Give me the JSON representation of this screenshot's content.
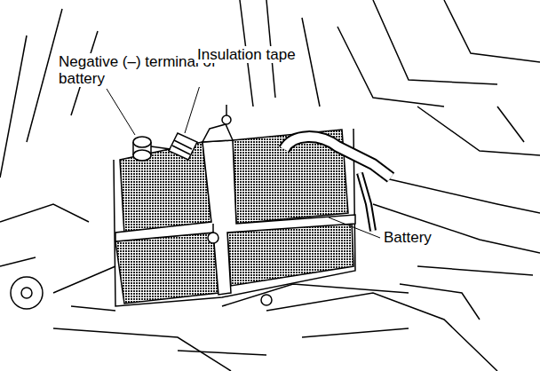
{
  "diagram": {
    "labels": [
      "Negative (–) terminal of battery",
      "Insulation tape",
      "Battery"
    ]
  }
}
